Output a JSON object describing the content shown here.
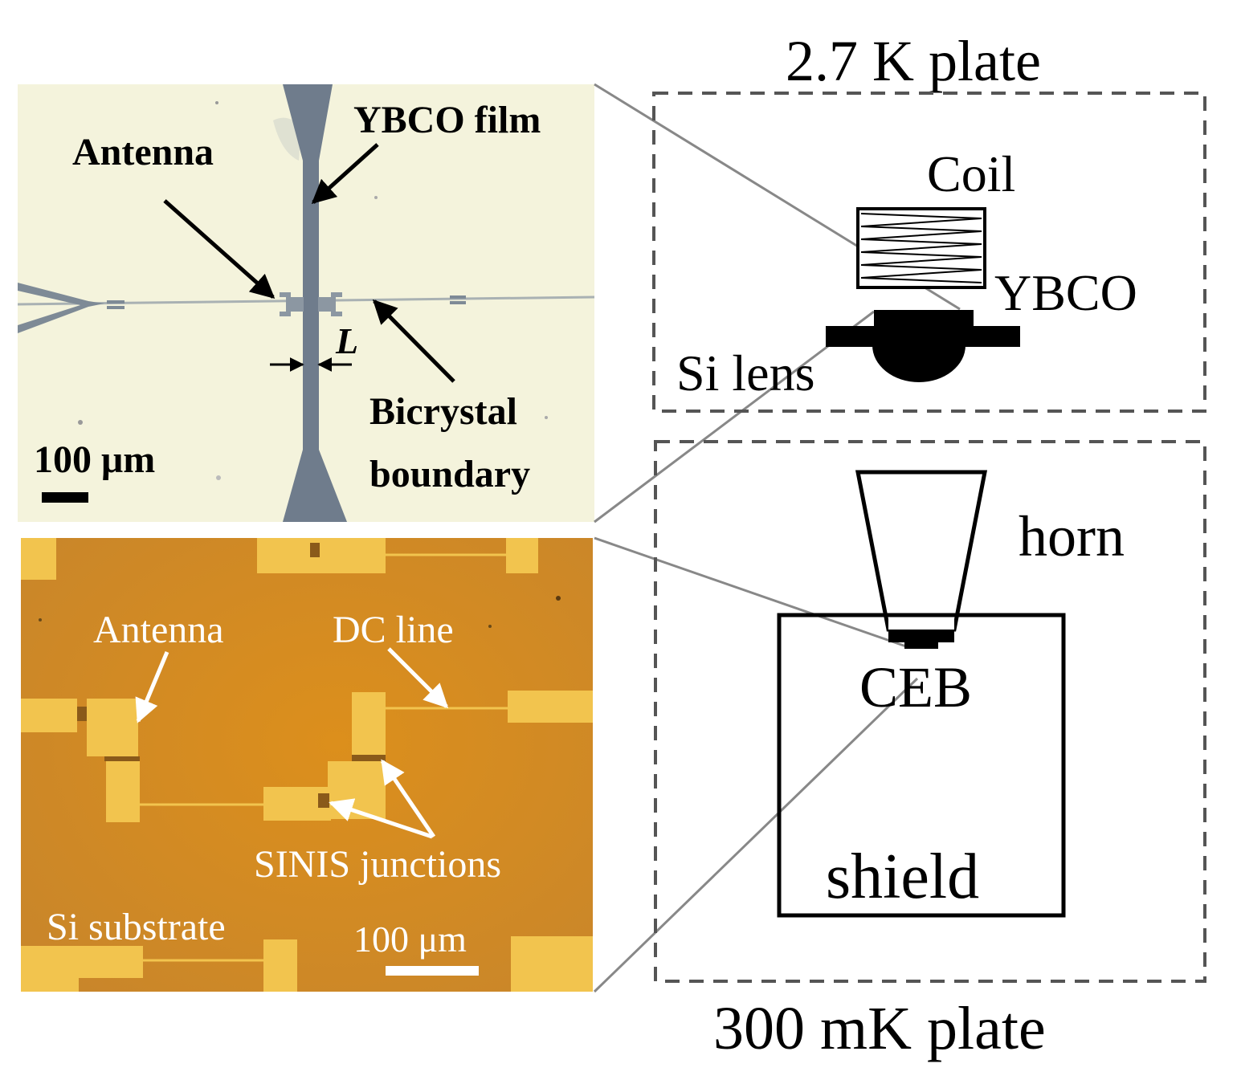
{
  "top_panel": {
    "labels": {
      "ybco_film": "YBCO film",
      "antenna": "Antenna",
      "length": "L",
      "bicrystal_line1": "Bicrystal",
      "bicrystal_line2": "boundary",
      "scale": "100 μm"
    },
    "colors": {
      "background": "#f4f3dc",
      "film": "#6f7c8c",
      "line": "#a9b1b3"
    }
  },
  "bottom_panel": {
    "labels": {
      "antenna": "Antenna",
      "dc_line": "DC line",
      "sinis": "SINIS junctions",
      "substrate": "Si substrate",
      "scale": "100 μm"
    },
    "colors": {
      "background": "#d18a1f",
      "pads": "#f2c44e",
      "text": "#ffffff"
    }
  },
  "schematic": {
    "labels": {
      "plate_top": "2.7 K plate",
      "plate_bottom": "300 mK plate",
      "coil": "Coil",
      "ybco": "YBCO",
      "si_lens": "Si lens",
      "horn": "horn",
      "ceb": "CEB",
      "shield": "shield"
    },
    "colors": {
      "ink": "#000000",
      "dashed_box": "#555555",
      "connector": "#888888"
    }
  }
}
